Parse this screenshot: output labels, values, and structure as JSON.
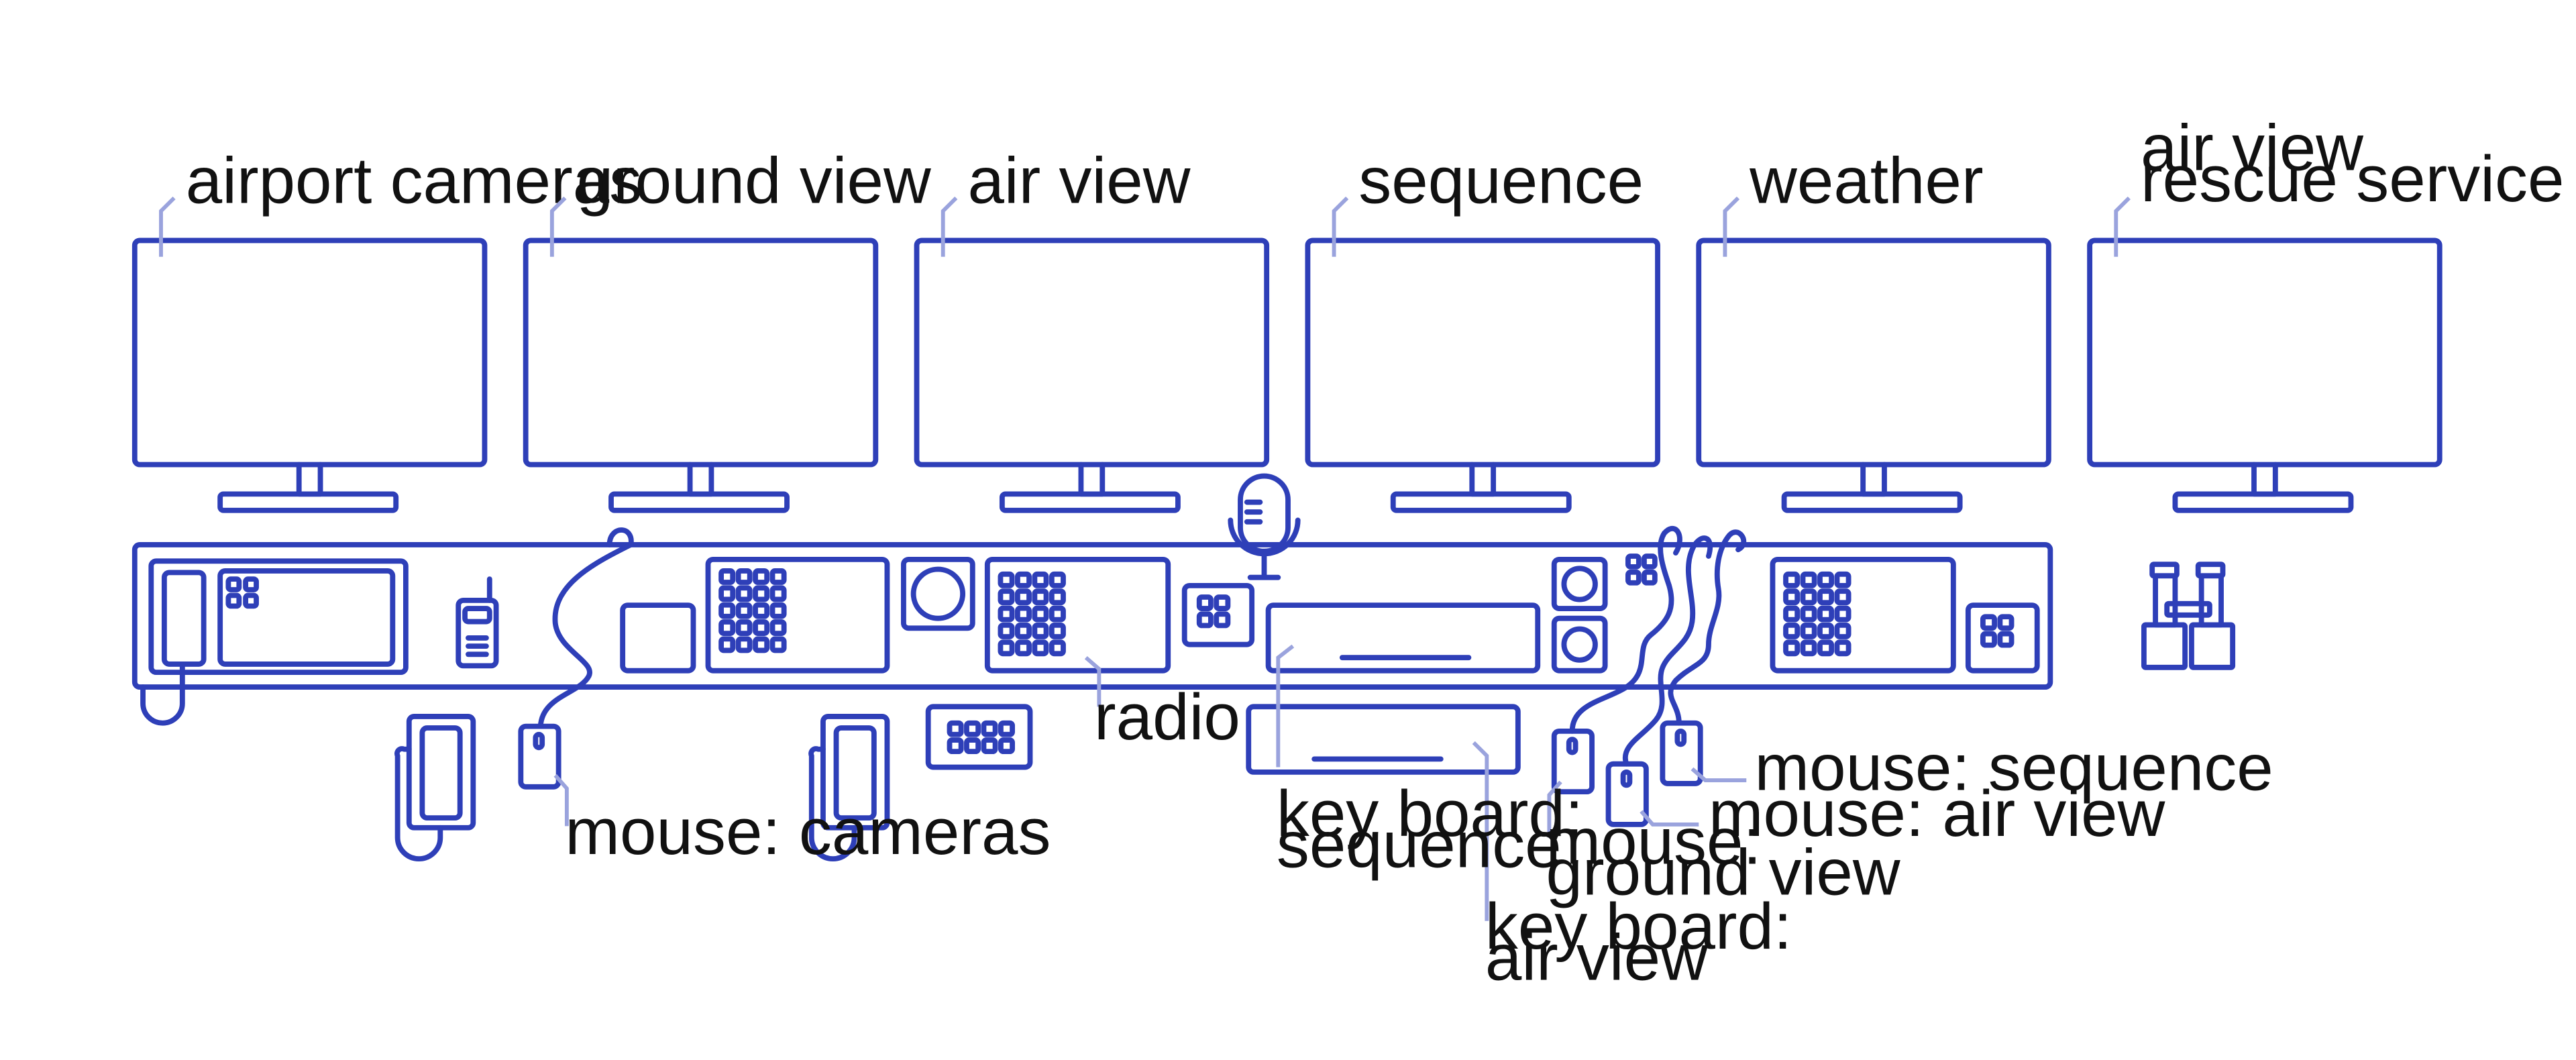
{
  "colors": {
    "line": "#2e3fb8",
    "leader": "#9aa3dd",
    "text": "#111111",
    "background": "#ffffff"
  },
  "monitors": [
    {
      "label": [
        "airport cameras"
      ]
    },
    {
      "label": [
        "ground view"
      ]
    },
    {
      "label": [
        "air view"
      ]
    },
    {
      "label": [
        "sequence"
      ]
    },
    {
      "label": [
        "weather"
      ]
    },
    {
      "label": [
        "air view",
        "rescue service"
      ]
    }
  ],
  "labels": {
    "radio": [
      "radio"
    ],
    "mouse_cameras": [
      "mouse: cameras"
    ],
    "keyboard_sequence": [
      "key board:",
      "sequence"
    ],
    "keyboard_air_view": [
      "key board:",
      "air view"
    ],
    "mouse_ground_view": [
      "mouse:",
      "ground view"
    ],
    "mouse_air_view": [
      "mouse: air view"
    ],
    "mouse_sequence": [
      "mouse: sequence"
    ]
  },
  "icons": [
    "monitor-icon",
    "phone-icon",
    "walkie-talkie-icon",
    "microphone-icon",
    "keypad-icon",
    "dial-icon",
    "mouse-icon",
    "keyboard-icon",
    "binoculars-icon"
  ]
}
